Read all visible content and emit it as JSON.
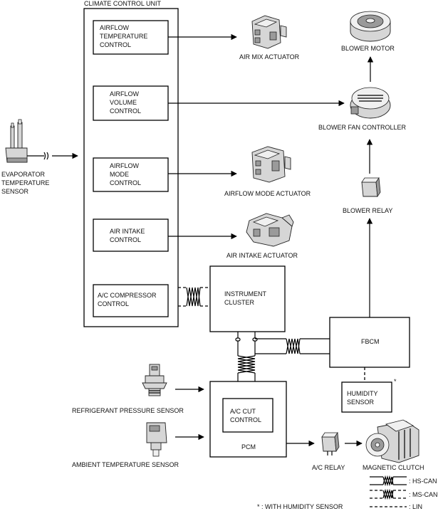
{
  "colors": {
    "line": "#000000",
    "background": "#ffffff",
    "part_fill": "#d6d6d6"
  },
  "units": {
    "climate_control_unit": "CLIMATE CONTROL UNIT",
    "instrument_cluster": [
      "INSTRUMENT",
      "CLUSTER"
    ],
    "fbcm": "FBCM",
    "pcm": "PCM",
    "humidity_sensor": [
      "HUMIDITY",
      "SENSOR"
    ],
    "humidity_marker": "*"
  },
  "controls": {
    "airflow_temperature": [
      "AIRFLOW",
      "TEMPERATURE",
      "CONTROL"
    ],
    "airflow_volume": [
      "AIRFLOW",
      "VOLUME",
      "CONTROL"
    ],
    "airflow_mode": [
      "AIRFLOW",
      "MODE",
      "CONTROL"
    ],
    "air_intake": [
      "AIR INTAKE",
      "CONTROL"
    ],
    "ac_compressor": [
      "A/C COMPRESSOR",
      "CONTROL"
    ],
    "ac_cut": [
      "A/C CUT",
      "CONTROL"
    ]
  },
  "components": {
    "air_mix_actuator": "AIR MIX ACTUATOR",
    "blower_motor": "BLOWER MOTOR",
    "blower_fan_controller": "BLOWER FAN CONTROLLER",
    "airflow_mode_actuator": "AIRFLOW MODE ACTUATOR",
    "blower_relay": "BLOWER RELAY",
    "air_intake_actuator": "AIR INTAKE ACTUATOR",
    "evaporator_sensor": [
      "EVAPORATOR",
      "TEMPERATURE",
      "SENSOR"
    ],
    "refrigerant_pressure_sensor": "REFRIGERANT PRESSURE SENSOR",
    "ambient_temperature_sensor": "AMBIENT TEMPERATURE SENSOR",
    "ac_relay": "A/C RELAY",
    "magnetic_clutch": "MAGNETIC CLUTCH"
  },
  "legend": {
    "hs_can": ": HS-CAN",
    "ms_can": ": MS-CAN",
    "lin": ": LIN"
  },
  "footnote": "* : WITH HUMIDITY SENSOR",
  "icons": [
    "air-mix-actuator-icon",
    "blower-motor-icon",
    "blower-fan-controller-icon",
    "airflow-mode-actuator-icon",
    "blower-relay-icon",
    "air-intake-actuator-icon",
    "evaporator-sensor-icon",
    "refrigerant-pressure-sensor-icon",
    "ambient-temperature-sensor-icon",
    "ac-relay-icon",
    "magnetic-clutch-icon"
  ]
}
